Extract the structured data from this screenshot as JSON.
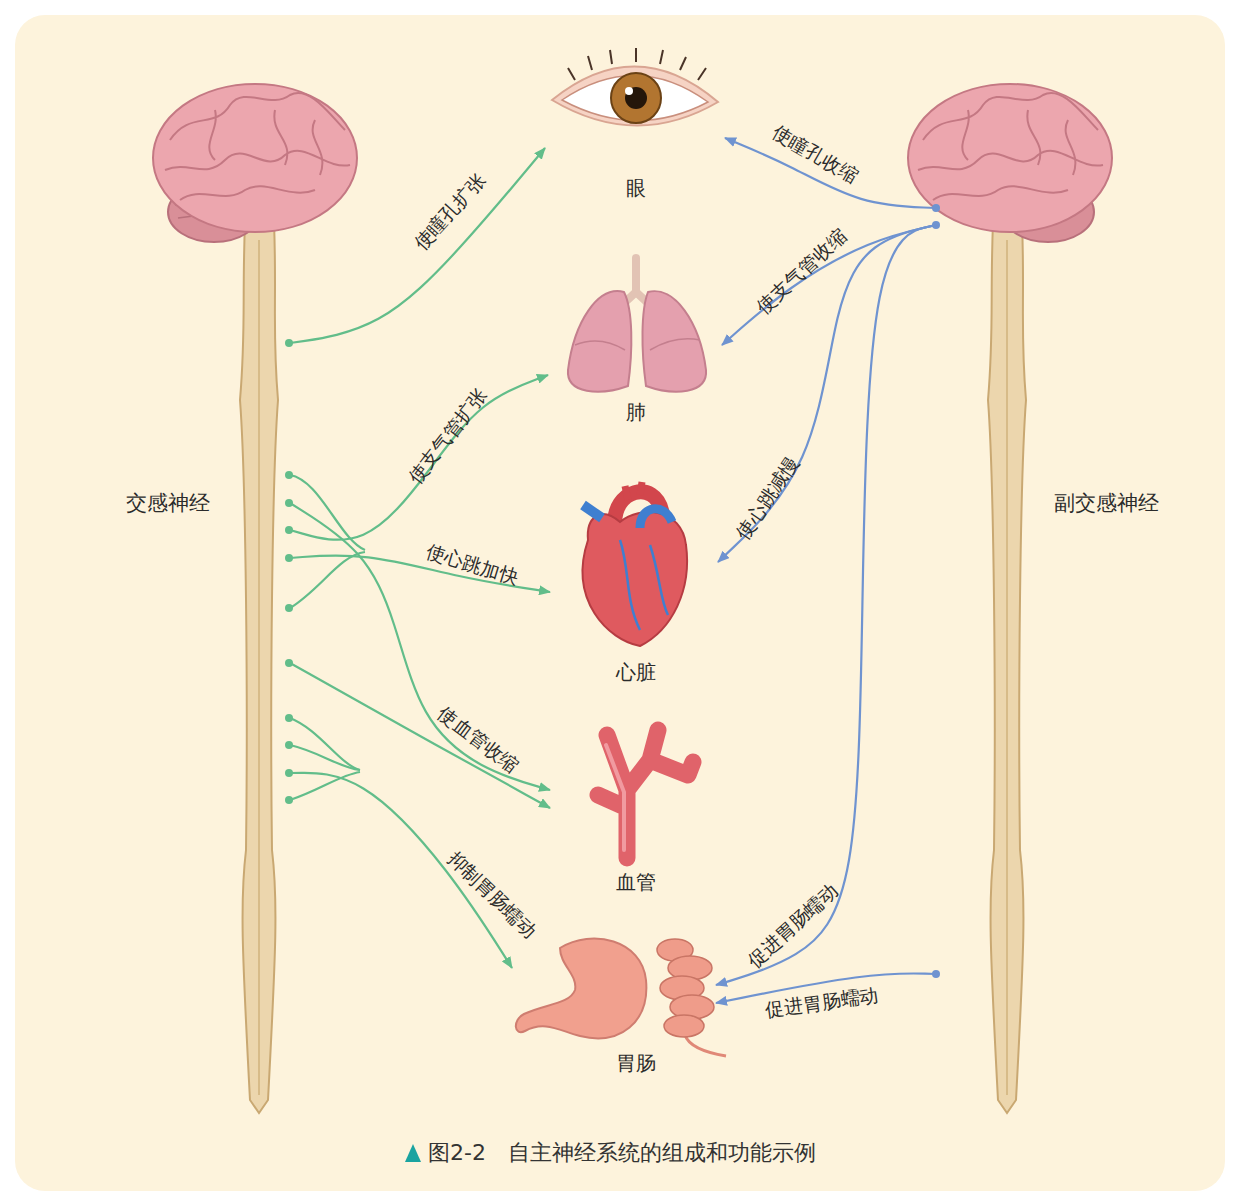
{
  "diagram": {
    "caption": "图2-2　自主神经系统的组成和功能示例",
    "nodes": [
      {
        "text": [
          "交感神经"
        ]
      },
      {
        "text": [
          "眼"
        ]
      },
      {
        "text": [
          "肺"
        ]
      },
      {
        "text": [
          "心脏"
        ]
      },
      {
        "text": [
          "血管"
        ]
      },
      {
        "text": [
          "胃肠"
        ]
      },
      {
        "text": [
          "副交感神经"
        ]
      }
    ],
    "edges": [
      {
        "from": 0,
        "to": 1,
        "arrow": "to",
        "label": "使瞳孔扩张"
      },
      {
        "from": 0,
        "to": 2,
        "arrow": "to",
        "label": "使支气管扩张"
      },
      {
        "from": 0,
        "to": 3,
        "arrow": "to",
        "label": "使心跳加快"
      },
      {
        "from": 0,
        "to": 4,
        "arrow": "to",
        "label": "使血管收缩"
      },
      {
        "from": 0,
        "to": 4,
        "arrow": "to"
      },
      {
        "from": 0,
        "to": 5,
        "arrow": "to",
        "label": "抑制胃肠蠕动"
      },
      {
        "from": 6,
        "to": 1,
        "arrow": "to",
        "label": "使瞳孔收缩"
      },
      {
        "from": 6,
        "to": 2,
        "arrow": "to",
        "label": "使支气管收缩"
      },
      {
        "from": 6,
        "to": 3,
        "arrow": "to",
        "label": "使心跳减慢"
      },
      {
        "from": 6,
        "to": 5,
        "arrow": "to",
        "label": "促进胃肠蠕动"
      },
      {
        "from": 6,
        "to": 5,
        "arrow": "to",
        "label": "促进胃肠蠕动"
      }
    ]
  }
}
